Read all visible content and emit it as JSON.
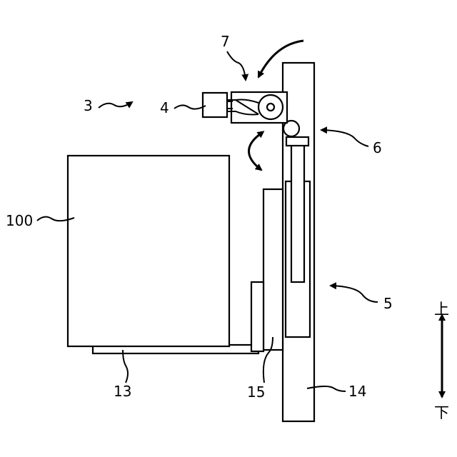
{
  "labels": {
    "ref_100": "100",
    "ref_3": "3",
    "ref_4": "4",
    "ref_7": "7",
    "ref_6": "6",
    "ref_5": "5",
    "ref_13": "13",
    "ref_15": "15",
    "ref_14": "14",
    "direction_up": "上",
    "direction_down": "下"
  }
}
